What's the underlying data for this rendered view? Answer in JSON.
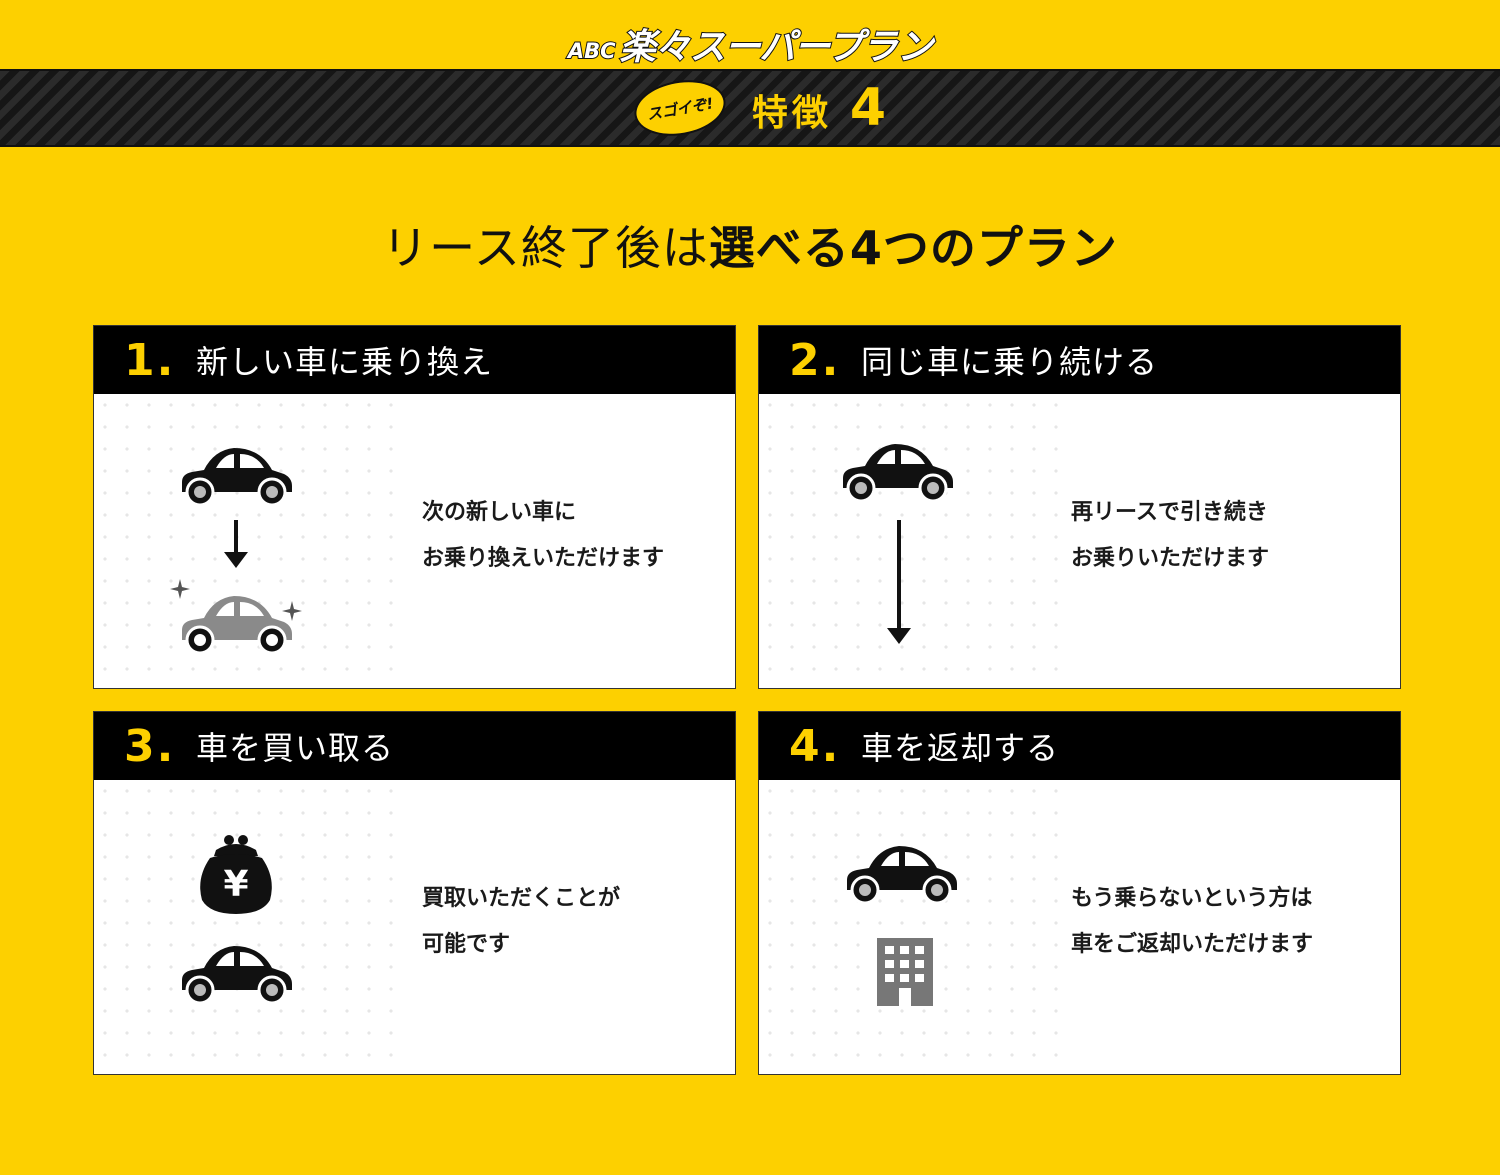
{
  "logo": {
    "brand": "ABC",
    "name": "楽々スーパープラン"
  },
  "feature": {
    "badge": "スゴイぞ!",
    "label": "特徴",
    "number": "4"
  },
  "headline": {
    "part1": "リース終了後は",
    "bold": "選べる4つのプラン"
  },
  "plans": [
    {
      "number": "1.",
      "title": "新しい車に乗り換え",
      "desc_line1": "次の新しい車に",
      "desc_line2": "お乗り換えいただけます",
      "icons": [
        "car-icon",
        "arrow-down-icon",
        "new-car-icon",
        "sparkle-icon"
      ]
    },
    {
      "number": "2.",
      "title": "同じ車に乗り続ける",
      "desc_line1": "再リースで引き続き",
      "desc_line2": "お乗りいただけます",
      "icons": [
        "car-icon",
        "long-arrow-down-icon"
      ]
    },
    {
      "number": "3.",
      "title": "車を買い取る",
      "desc_line1": "買取いただくことが",
      "desc_line2": "可能です",
      "icons": [
        "yen-purse-icon",
        "car-icon"
      ]
    },
    {
      "number": "4.",
      "title": "車を返却する",
      "desc_line1": "もう乗らないという方は",
      "desc_line2": "車をご返却いただけます",
      "icons": [
        "car-icon",
        "building-icon"
      ]
    }
  ],
  "colors": {
    "background": "#FDD000",
    "header": "#000000",
    "accent": "#FDD000",
    "card": "#FFFFFF",
    "new_car": "#8a8a8a",
    "building": "#777777"
  }
}
